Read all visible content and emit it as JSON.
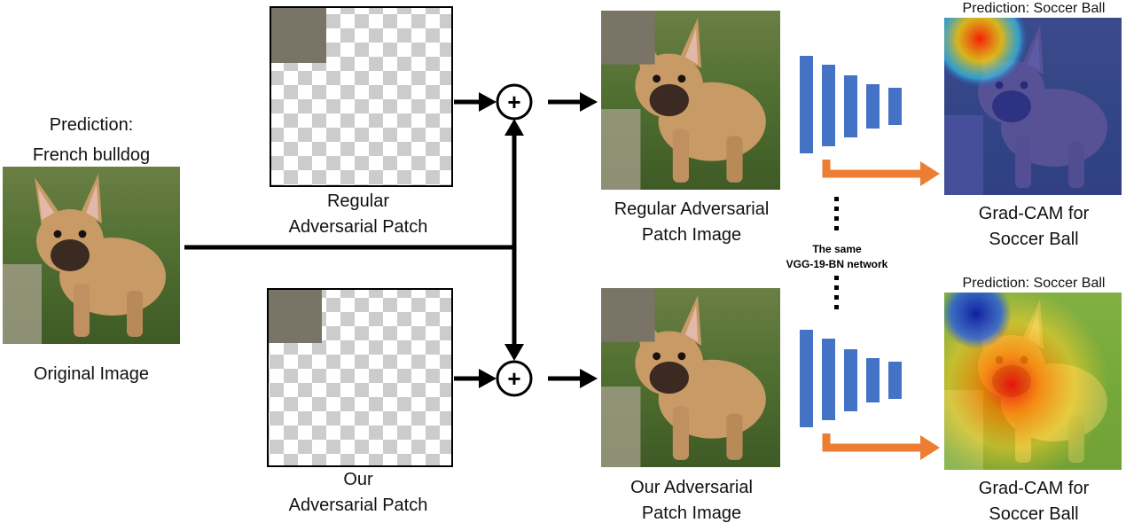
{
  "original": {
    "prediction_line1": "Prediction:",
    "prediction_line2": "French bulldog",
    "caption": "Original Image"
  },
  "regular_patch": {
    "caption_line1": "Regular",
    "caption_line2": "Adversarial Patch"
  },
  "our_patch": {
    "caption_line1": "Our",
    "caption_line2": "Adversarial Patch"
  },
  "operator_symbol": "+",
  "regular_image": {
    "caption_line1": "Regular Adversarial",
    "caption_line2": "Patch Image"
  },
  "our_image": {
    "caption_line1": "Our Adversarial",
    "caption_line2": "Patch Image"
  },
  "network": {
    "line1": "The same",
    "line2": "VGG-19-BN network"
  },
  "gradcam_top": {
    "prediction": "Prediction: Soccer Ball",
    "caption_line1": "Grad-CAM for",
    "caption_line2": "Soccer Ball"
  },
  "gradcam_bottom": {
    "prediction": "Prediction: Soccer Ball",
    "caption_line1": "Grad-CAM for",
    "caption_line2": "Soccer Ball"
  },
  "colors": {
    "network_blue": "#4472c4",
    "arrow_orange": "#ed7d31",
    "arrow_black": "#000000",
    "grass_green": "#5b7a3a",
    "dog_tan": "#c89a66"
  },
  "icons": {
    "dog_photo": "french-bulldog-photo",
    "checkerboard": "transparent-checkerboard",
    "patch": "adversarial-patch-square",
    "heatmap": "gradcam-heatmap"
  }
}
